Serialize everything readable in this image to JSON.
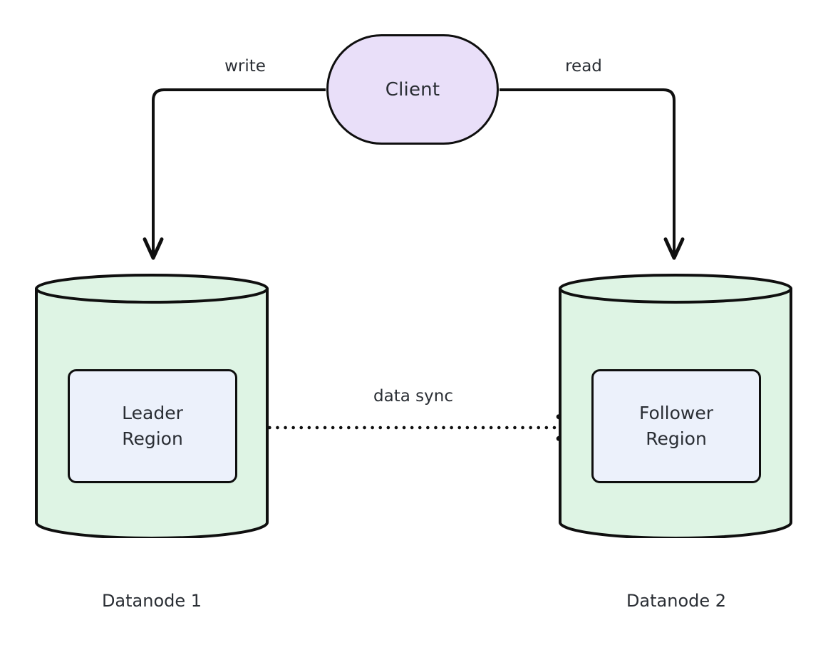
{
  "diagram": {
    "type": "flowchart",
    "background": "#ffffff",
    "stroke_color": "#0f0f0f",
    "text_color": "#2a2e34",
    "nodes": {
      "client": {
        "label": "Client",
        "shape": "stadium",
        "fill": "#E9DFF9"
      },
      "datanode1": {
        "caption": "Datanode 1",
        "shape": "cylinder",
        "fill": "#DEF4E4",
        "region": {
          "line1": "Leader",
          "line2": "Region",
          "fill": "#ECF1FB"
        }
      },
      "datanode2": {
        "caption": "Datanode 2",
        "shape": "cylinder",
        "fill": "#DEF4E4",
        "region": {
          "line1": "Follower",
          "line2": "Region",
          "fill": "#ECF1FB"
        }
      }
    },
    "edges": [
      {
        "id": "client-to-leader",
        "label": "write",
        "from": "client",
        "to": "datanode1",
        "style": "solid",
        "arrow": "end"
      },
      {
        "id": "client-to-follower",
        "label": "read",
        "from": "client",
        "to": "datanode2",
        "style": "solid",
        "arrow": "end"
      },
      {
        "id": "leader-to-follower",
        "label": "data sync",
        "from": "datanode1",
        "to": "datanode2",
        "style": "dotted",
        "arrow": "end"
      }
    ]
  }
}
